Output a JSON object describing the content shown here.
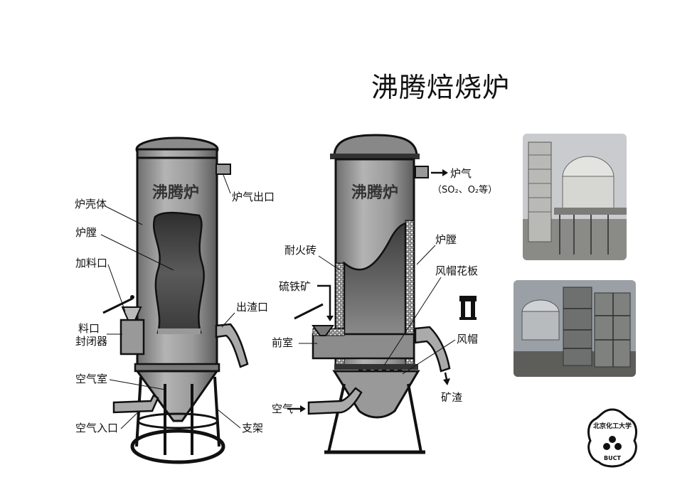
{
  "page": {
    "title": "沸腾焙烧炉"
  },
  "left_diagram": {
    "furnace_name": "沸腾炉",
    "labels": {
      "shell": "炉壳体",
      "chamber": "炉膛",
      "feed_inlet": "加料口",
      "feed_seal_line1": "料口",
      "feed_seal_line2": "封闭器",
      "air_chamber": "空气室",
      "air_inlet": "空气入口",
      "gas_outlet": "炉气出口",
      "slag_outlet": "出渣口",
      "support": "支架"
    }
  },
  "right_diagram": {
    "furnace_name": "沸腾炉",
    "labels": {
      "gas": "炉气",
      "gas_composition": "（SO₂、O₂等）",
      "chamber": "炉膛",
      "firebrick": "耐火砖",
      "pyrite": "硫铁矿",
      "front_chamber": "前室",
      "distributor_plate": "风帽花板",
      "air_cap": "风帽",
      "slag": "矿渣",
      "air": "空气"
    }
  },
  "logo": {
    "text": "北京化工大学",
    "abbr": "BUCT"
  }
}
